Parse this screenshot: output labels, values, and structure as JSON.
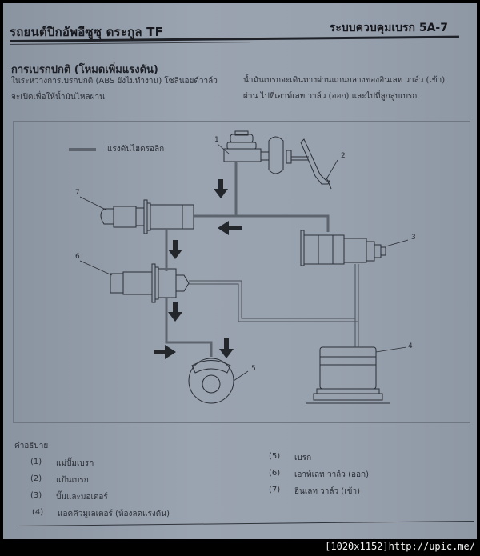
{
  "header": {
    "left_title": "รถยนต์ปิกอัพอีซูซุ ตระกูล TF",
    "right_title": "ระบบควบคุมเบรก 5A-7"
  },
  "section": {
    "title": "การเบรกปกติ (โหมดเพิ่มแรงดัน)",
    "para_left": "ในระหว่างการเบรกปกติ  (ABS ยังไม่ทำงาน)  โซลินอยด์วาล์ว จะเปิดเพื่อให้น้ำมันไหลผ่าน",
    "para_right": "น้ำมันเบรกจะเดินทางผ่านแกนกลางของอินเลท วาล์ว (เข้า) ผ่าน ไปที่เอาท์เลท วาล์ว (ออก) และไปที่ลูกสูบเบรก"
  },
  "diagram": {
    "legend_label": "แรงดันไฮดรอลิก",
    "legend_color": "#5d646e",
    "callouts": [
      "1",
      "2",
      "3",
      "4",
      "5",
      "6",
      "7"
    ],
    "line_color": "#2a2e35",
    "pressure_line_color": "#5d646e",
    "arrow_color": "#23262b"
  },
  "description": {
    "title": "คำอธิบาย",
    "items": [
      {
        "num": "(1)",
        "label": "แม่ปั๊มเบรก"
      },
      {
        "num": "(2)",
        "label": "แป้นเบรก"
      },
      {
        "num": "(3)",
        "label": "ปั๊มและมอเตอร์"
      },
      {
        "num": "(4)",
        "label": "แอคคิวมูเลเตอร์ (ห้องลดแรงดัน)"
      },
      {
        "num": "(5)",
        "label": "เบรก"
      },
      {
        "num": "(6)",
        "label": "เอาท์เลท วาล์ว (ออก)"
      },
      {
        "num": "(7)",
        "label": "อินเลท วาล์ว (เข้า)"
      }
    ]
  },
  "watermark": "[1020x1152]http://upic.me/"
}
